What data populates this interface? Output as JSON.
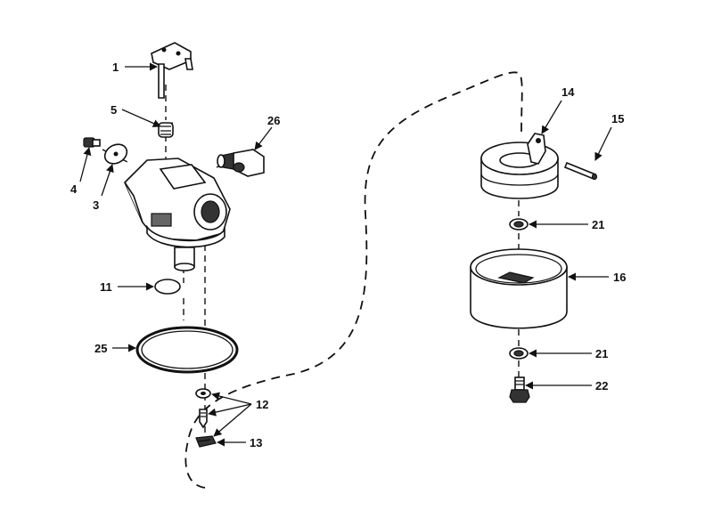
{
  "diagram": {
    "labels": {
      "p1": "1",
      "p3": "3",
      "p4": "4",
      "p5": "5",
      "p11": "11",
      "p12": "12",
      "p13": "13",
      "p14": "14",
      "p15": "15",
      "p16": "16",
      "p21a": "21",
      "p21b": "21",
      "p22": "22",
      "p25": "25",
      "p26": "26"
    },
    "colors": {
      "ink": "#111111",
      "background": "#ffffff"
    }
  }
}
